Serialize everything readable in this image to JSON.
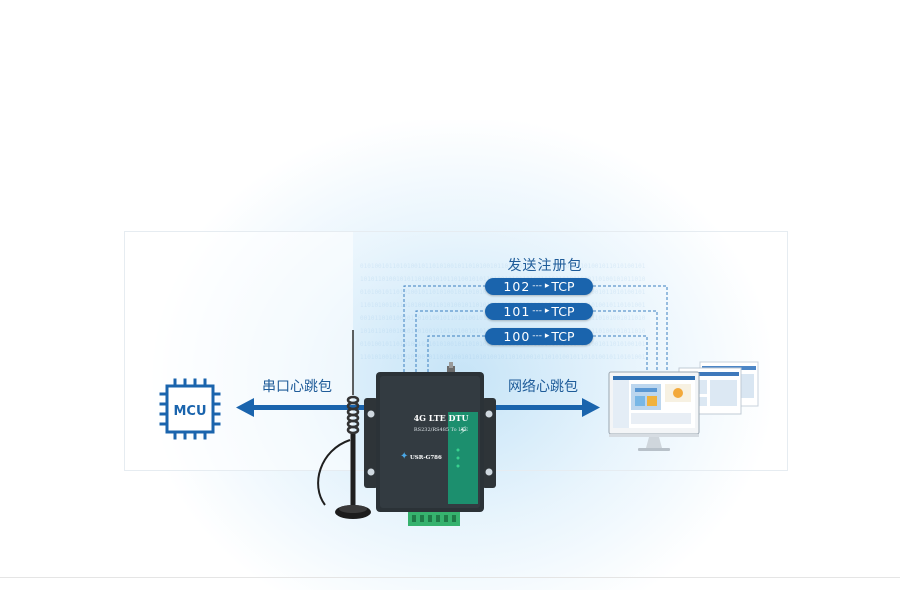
{
  "diagram": {
    "heading": "发送注册包",
    "packets": [
      {
        "id": "102",
        "arrow": "--- ▸",
        "protocol": "TCP"
      },
      {
        "id": "101",
        "arrow": "--- ▸",
        "protocol": "TCP"
      },
      {
        "id": "100",
        "arrow": "--- ▸",
        "protocol": "TCP"
      }
    ],
    "serial_heartbeat_label": "串口心跳包",
    "network_heartbeat_label": "网络心跳包",
    "mcu_label": "MCU",
    "device": {
      "title": "4G LTE DTU",
      "subtitle": "RS232/RS485 To LTE",
      "model": "USR-G786"
    },
    "colors": {
      "accent": "#1a64ad",
      "text": "#1f5c99",
      "device_body": "#2b3237",
      "device_green": "#1c8f6e",
      "terminal_green": "#36b26e"
    }
  }
}
